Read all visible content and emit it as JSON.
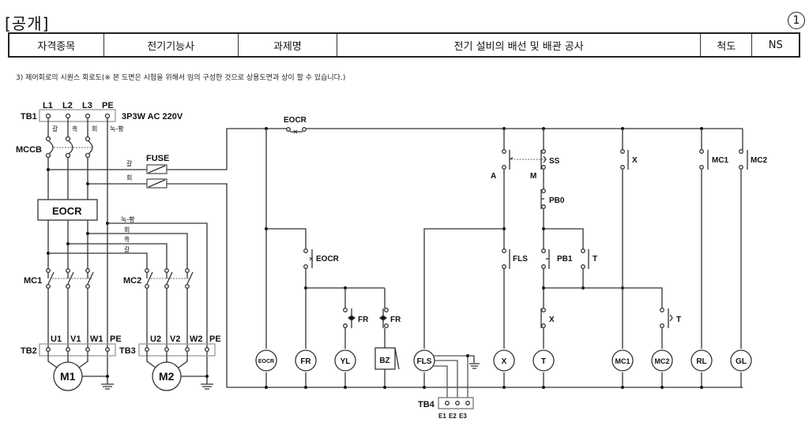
{
  "header": {
    "tag": "[공개]",
    "page_number": "1",
    "cells": {
      "qual_label": "자격종목",
      "qual_value": "전기기능사",
      "task_label": "과제명",
      "task_value": "전기 설비의 배선 및 배관 공사",
      "scale_label": "척도",
      "scale_value": "NS"
    }
  },
  "caption": "3) 제어회로의 시퀀스 회로도(※ 본 도면은 시험을 위해서 임의 구성한 것으로 상용도면과 상이 할 수 있습니다.)",
  "diagram": {
    "supply": {
      "terminal_block": "TB1",
      "phases": [
        "L1",
        "L2",
        "L3",
        "PE"
      ],
      "spec": "3P3W AC 220V",
      "wire_colors": [
        "갈",
        "흑",
        "회",
        "녹-황"
      ]
    },
    "mccb_label": "MCCB",
    "fuse_label": "FUSE",
    "fuse_wire_colors": [
      "갈",
      "회"
    ],
    "eocr_box_label": "EOCR",
    "bus_wire_colors": [
      "녹-황",
      "회",
      "흑",
      "갈"
    ],
    "mc1_label": "MC1",
    "mc2_label": "MC2",
    "tb2": {
      "label": "TB2",
      "terminals": [
        "U1",
        "V1",
        "W1",
        "PE"
      ]
    },
    "tb3": {
      "label": "TB3",
      "terminals": [
        "U2",
        "V2",
        "W2",
        "PE"
      ]
    },
    "motor1": "M1",
    "motor2": "M2",
    "control": {
      "eocr_nc": "EOCR",
      "eocr_no": "EOCR",
      "fr_contact1": "FR",
      "fr_contact2": "FR",
      "ss": "SS",
      "ss_a": "A",
      "ss_m": "M",
      "pb0": "PB0",
      "fls_contact": "FLS",
      "pb1": "PB1",
      "t_contact": "T",
      "x_contact1": "X",
      "x_contact2": "X",
      "t_timer_contact": "T",
      "mc1_contact": "MC1",
      "mc2_contact": "MC2",
      "coils": [
        "EOCR",
        "FR",
        "YL",
        "BZ",
        "FLS",
        "X",
        "T",
        "MC1",
        "MC2",
        "RL",
        "GL"
      ],
      "tb4": {
        "label": "TB4",
        "terminals": [
          "E1",
          "E2",
          "E3"
        ]
      }
    }
  }
}
